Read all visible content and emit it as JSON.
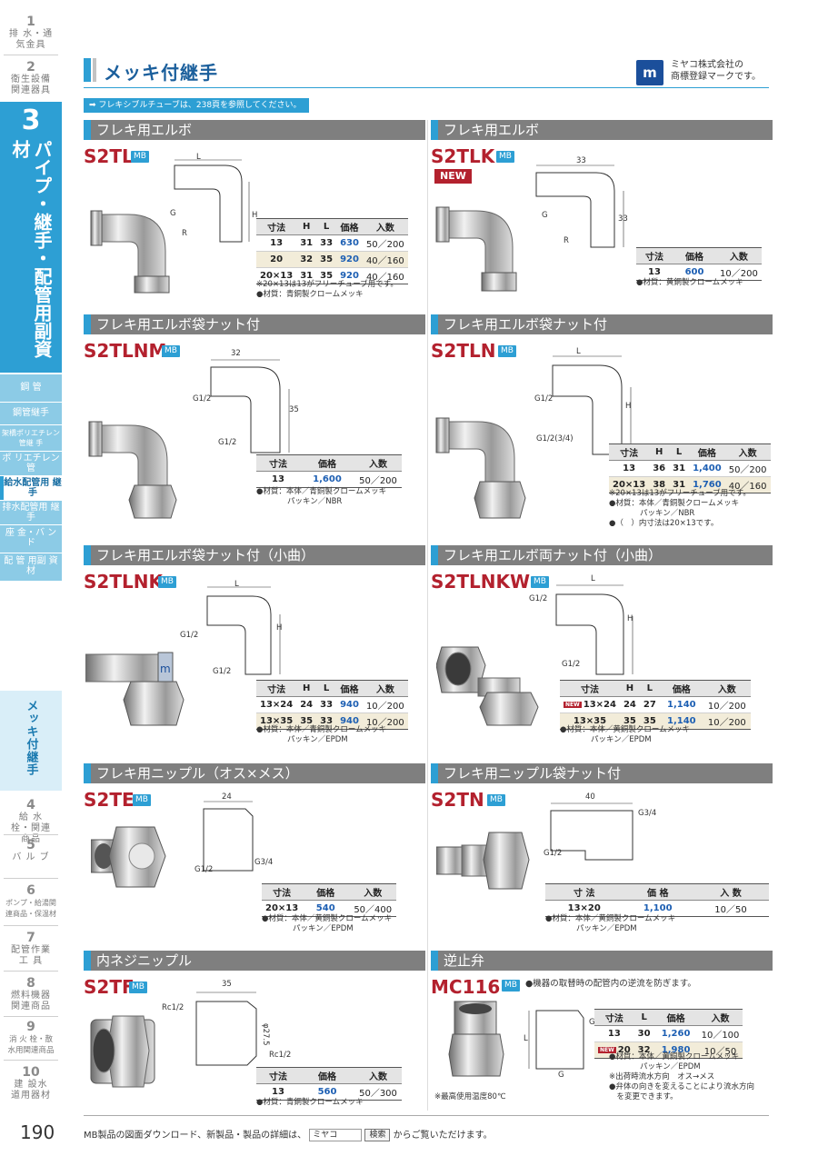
{
  "nav": {
    "items_top": [
      {
        "num": "1",
        "label": "排 水・通気金具"
      },
      {
        "num": "2",
        "label": "衛生設備関連器具"
      }
    ],
    "active": {
      "num": "3",
      "label": "パイプ・継手・配管用副資材"
    },
    "subs": [
      {
        "label": "鋼 管"
      },
      {
        "label": "鋼管継手"
      },
      {
        "label": "架橋ポリエチレン管継 手"
      },
      {
        "label": "ポ リエチレン管"
      },
      {
        "label": "給水配管用 継 手"
      },
      {
        "label": "排水配管用 継 手"
      },
      {
        "label": "座 金・バ ン ド"
      },
      {
        "label": "配 管 用副 資 材"
      }
    ],
    "current": "メッキ付継手",
    "items_bottom": [
      {
        "num": "4",
        "label": "給 水 栓・関連商品"
      },
      {
        "num": "5",
        "label": "バ ル ブ"
      },
      {
        "num": "6",
        "label": "ポンプ・給湯関連商品・保温材"
      },
      {
        "num": "7",
        "label": "配管作業工 具"
      },
      {
        "num": "8",
        "label": "燃料機器関連商品"
      },
      {
        "num": "9",
        "label": "消 火 栓・散水用関連商品"
      },
      {
        "num": "10",
        "label": "建 設水道用器材"
      }
    ]
  },
  "header": {
    "title": "メッキ付継手",
    "logo_text": "m",
    "logo_note_1": "ミヤコ株式会社の",
    "logo_note_2": "商標登録マークです。",
    "ref": "➡ フレキシブルチューブは、238頁を参照してください。"
  },
  "mb_label": "MB",
  "new_label": "NEW",
  "blocks": {
    "s2tl": {
      "heading": "フレキ用エルボ",
      "code": "S2TL",
      "dims": {
        "L": "L",
        "H": "H",
        "G": "G",
        "R": "R"
      },
      "table": {
        "headers": [
          "寸法",
          "H",
          "L",
          "価格",
          "入数"
        ],
        "rows": [
          [
            "13",
            "31",
            "33",
            "630",
            "50／200"
          ],
          [
            "20",
            "32",
            "35",
            "920",
            "40／160"
          ],
          [
            "20×13",
            "31",
            "35",
            "920",
            "40／160"
          ]
        ]
      },
      "notes": [
        "※20×13は13がフリーチューブ用です。",
        "●材質：青銅製クロームメッキ"
      ]
    },
    "s2tlk": {
      "heading": "フレキ用エルボ",
      "code": "S2TLK",
      "dims": {
        "L": "33",
        "H": "33",
        "G": "G",
        "R": "R"
      },
      "table": {
        "headers": [
          "寸法",
          "価格",
          "入数"
        ],
        "rows": [
          [
            "13",
            "600",
            "10／200"
          ]
        ]
      },
      "notes": [
        "●材質：黄銅製クロームメッキ"
      ]
    },
    "s2tlnm": {
      "heading": "フレキ用エルボ袋ナット付",
      "code": "S2TLNM",
      "dims": {
        "L": "32",
        "H": "35",
        "G1": "G1/2",
        "G2": "G1/2"
      },
      "table": {
        "headers": [
          "寸法",
          "価格",
          "入数"
        ],
        "rows": [
          [
            "13",
            "1,600",
            "50／200"
          ]
        ]
      },
      "notes": [
        "●材質：本体／青銅製クロームメッキ",
        "　　　　パッキン／NBR"
      ]
    },
    "s2tln": {
      "heading": "フレキ用エルボ袋ナット付",
      "code": "S2TLN",
      "dims": {
        "L": "L",
        "H": "H",
        "G1": "G1/2",
        "G2": "G1/2(3/4)"
      },
      "table": {
        "headers": [
          "寸法",
          "H",
          "L",
          "価格",
          "入数"
        ],
        "rows": [
          [
            "13",
            "36",
            "31",
            "1,400",
            "50／200"
          ],
          [
            "20×13",
            "38",
            "31",
            "1,760",
            "40／160"
          ]
        ]
      },
      "notes": [
        "※20×13は13がフリーチューブ用です。",
        "●材質：本体／青銅製クロームメッキ",
        "　　　　パッキン／NBR",
        "●（　）内寸法は20×13です。"
      ]
    },
    "s2tlnk": {
      "heading": "フレキ用エルボ袋ナット付（小曲）",
      "code": "S2TLNK",
      "dims": {
        "L": "L",
        "H": "H",
        "G1": "G1/2",
        "G2": "G1/2"
      },
      "table": {
        "headers": [
          "寸法",
          "H",
          "L",
          "価格",
          "入数"
        ],
        "rows": [
          [
            "13×24",
            "24",
            "33",
            "940",
            "10／200"
          ],
          [
            "13×35",
            "35",
            "33",
            "940",
            "10／200"
          ]
        ]
      },
      "notes": [
        "●材質：本体／青銅製クロームメッキ",
        "　　　　パッキン／EPDM"
      ]
    },
    "s2tlnkw": {
      "heading": "フレキ用エルボ両ナット付（小曲）",
      "code": "S2TLNKW",
      "dims": {
        "L": "L",
        "H": "H",
        "G1": "G1/2",
        "G2": "G1/2"
      },
      "table": {
        "headers": [
          "寸法",
          "H",
          "L",
          "価格",
          "入数"
        ],
        "rows": [
          [
            "13×24",
            "24",
            "27",
            "1,140",
            "10／200"
          ],
          [
            "13×35",
            "35",
            "35",
            "1,140",
            "10／200"
          ]
        ]
      },
      "notes": [
        "●材質：本体／黄銅製クロームメッキ",
        "　　　　パッキン／EPDM"
      ]
    },
    "s2te": {
      "heading": "フレキ用ニップル（オス×メス）",
      "code": "S2TE",
      "dims": {
        "L": "24",
        "G1": "G1/2",
        "G2": "G3/4"
      },
      "table": {
        "headers": [
          "寸法",
          "価格",
          "入数"
        ],
        "rows": [
          [
            "20×13",
            "540",
            "50／400"
          ]
        ]
      },
      "notes": [
        "●材質：本体／黄銅製クロームメッキ",
        "　　　　パッキン／EPDM"
      ]
    },
    "s2tn": {
      "heading": "フレキ用ニップル袋ナット付",
      "code": "S2TN",
      "dims": {
        "L": "40",
        "G1": "G1/2",
        "G2": "G3/4"
      },
      "table": {
        "headers": [
          "寸 法",
          "価 格",
          "入 数"
        ],
        "rows": [
          [
            "13×20",
            "1,100",
            "10／50"
          ]
        ]
      },
      "notes": [
        "●材質：本体／黄銅製クロームメッキ",
        "　　　　パッキン／EPDM"
      ]
    },
    "s2tf": {
      "heading": "内ネジニップル",
      "code": "S2TF",
      "dims": {
        "L": "35",
        "D": "φ27.5",
        "R1": "Rc1/2",
        "R2": "Rc1/2"
      },
      "table": {
        "headers": [
          "寸法",
          "価格",
          "入数"
        ],
        "rows": [
          [
            "13",
            "560",
            "50／300"
          ]
        ]
      },
      "notes": [
        "●材質：青銅製クロームメッキ"
      ]
    },
    "mc116": {
      "heading": "逆止弁",
      "code": "MC116",
      "lead": "●機器の取替時の配管内の逆流を防ぎます。",
      "dims": {
        "L": "L",
        "G1": "G",
        "G2": "G"
      },
      "table": {
        "headers": [
          "寸法",
          "L",
          "価格",
          "入数"
        ],
        "rows": [
          [
            "13",
            "30",
            "1,260",
            "10／100"
          ],
          [
            "20",
            "32",
            "1,980",
            "10／50"
          ]
        ]
      },
      "temp": "※最高使用温度80℃",
      "notes": [
        "●材質：本体／黄銅製クロームメッキ",
        "　　　　パッキン／EPDM",
        "※出荷時流水方向　オス→メス",
        "●弁体の向きを変えることにより流水方向",
        "　を変更できます。"
      ]
    }
  },
  "footer": {
    "page": "190",
    "text_1": "MB製品の図面ダウンロード、新製品・製品の詳細は、",
    "search_value": "ミヤコ",
    "search_button": "検索",
    "text_2": "からご覧いただけます。"
  }
}
